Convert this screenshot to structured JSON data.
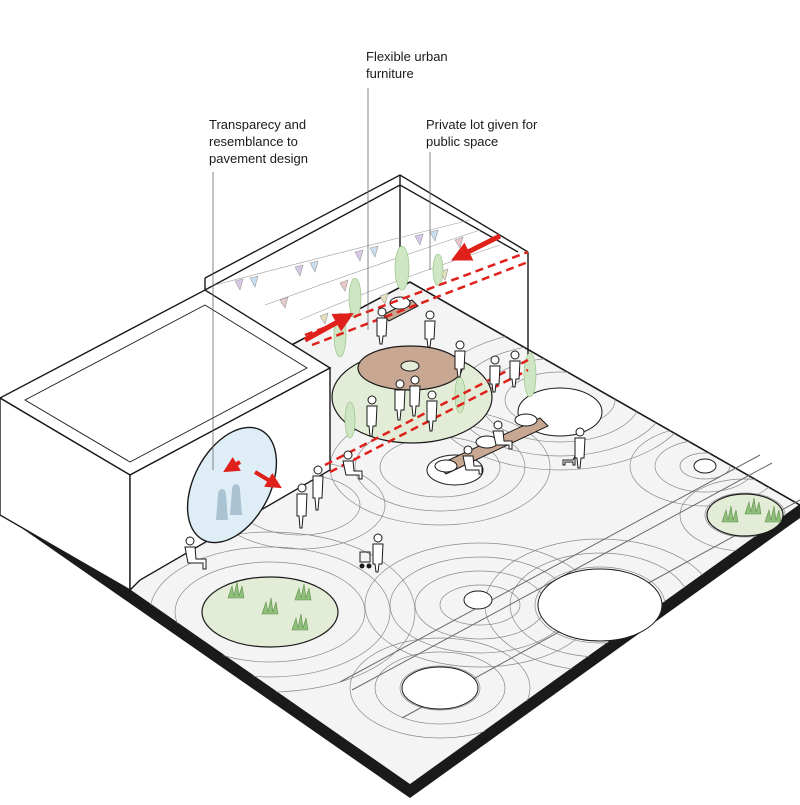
{
  "callouts": {
    "flexible_furniture": "Flexible urban\nfurniture",
    "transparency": "Transparecy and\nresemblance to\npavement design",
    "private_lot": "Private lot given for\npublic space"
  },
  "colors": {
    "outline": "#1a1a1a",
    "ground": "#f4f4f4",
    "paving_line": "#8a8a8a",
    "green_patch": "#e3ecd6",
    "grass": "#8fbf7a",
    "plaza_disc": "#c9a893",
    "accent_arrow": "#e0201b",
    "mirror": "#dfeef6",
    "flag_colors": [
      "#d9c7e6",
      "#e7c9c9",
      "#c9dff0",
      "#e6e0bf",
      "#cfe6cf"
    ]
  }
}
